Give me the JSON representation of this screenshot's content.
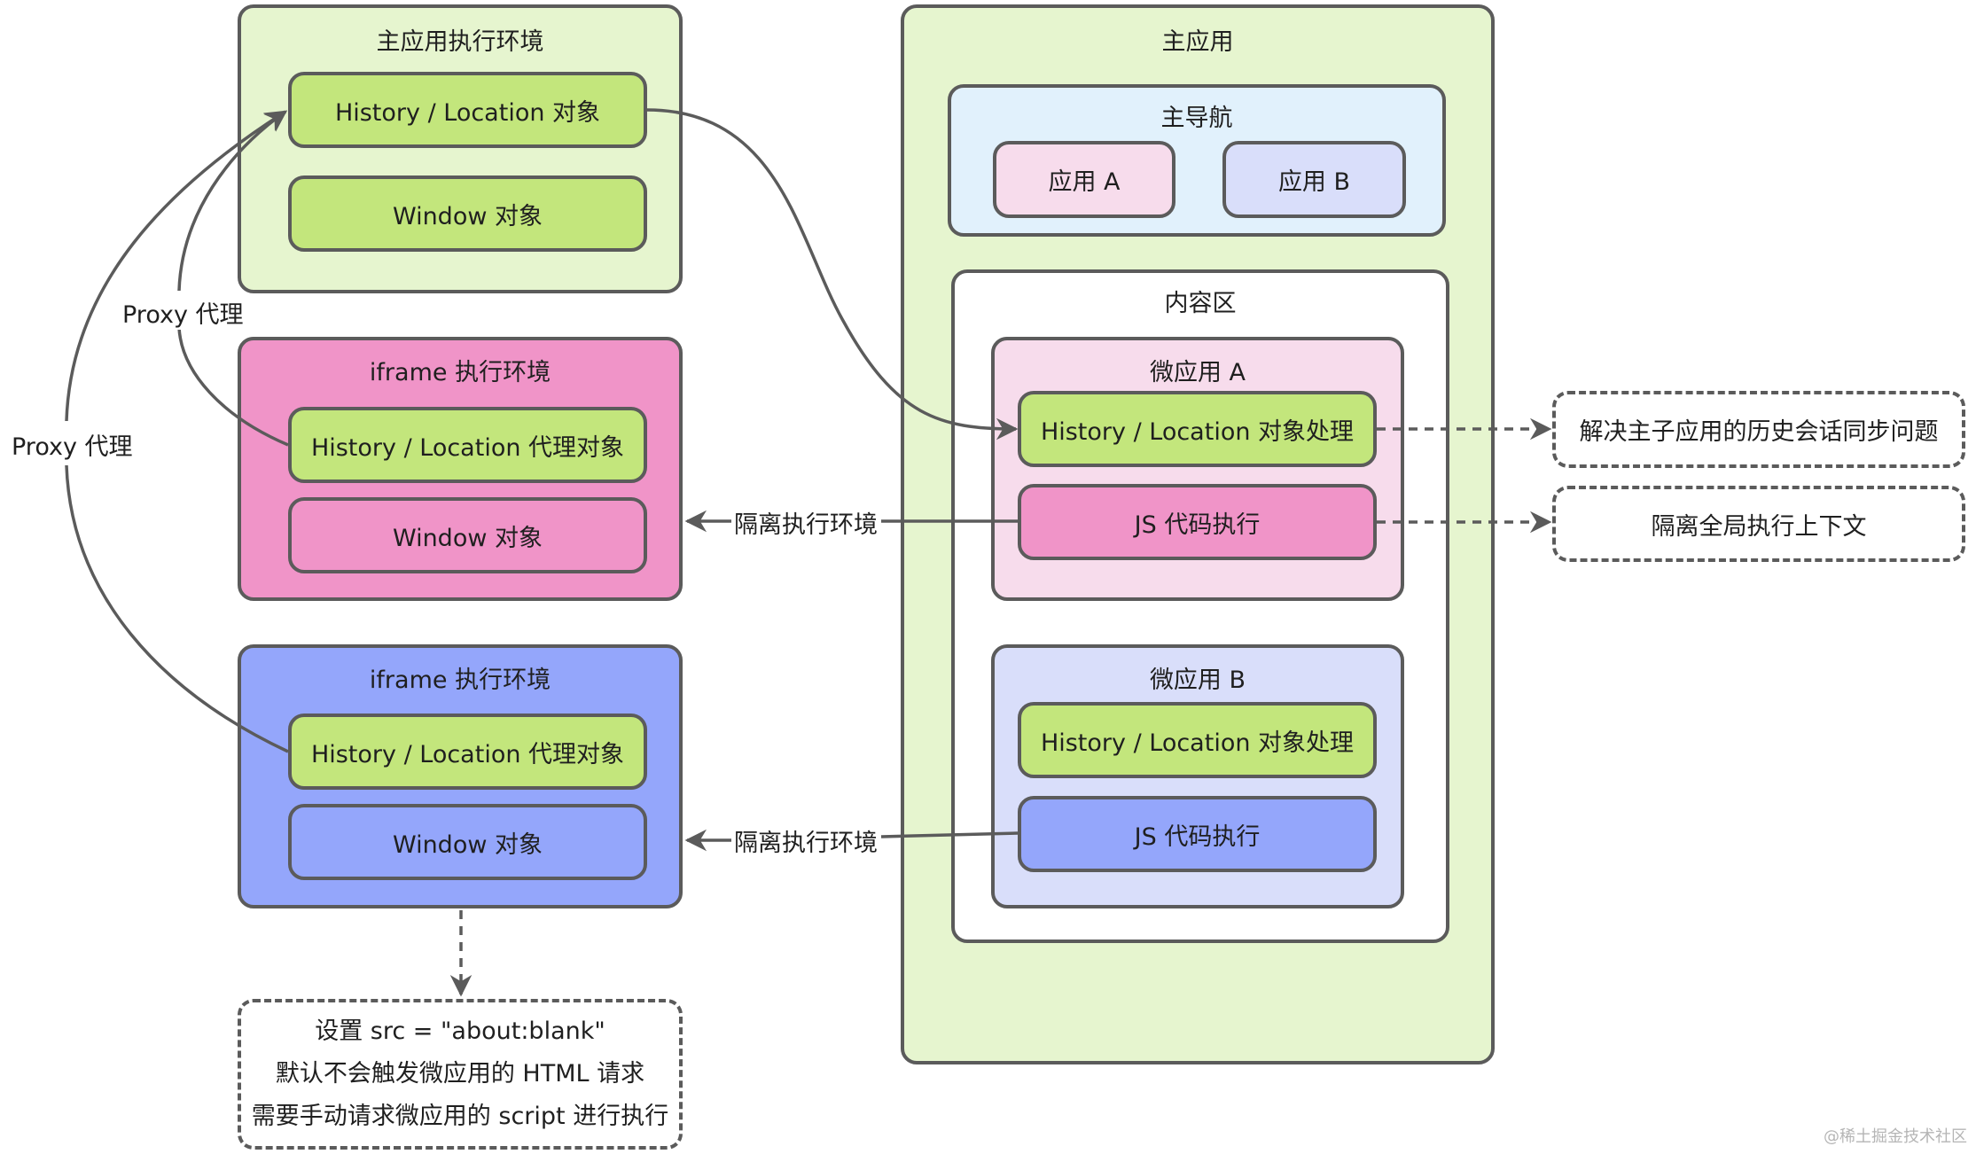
{
  "main_env": {
    "title": "主应用执行环境",
    "history": "History / Location 对象",
    "window": "Window 对象"
  },
  "iframe_a": {
    "title": "iframe 执行环境",
    "history": "History / Location 代理对象",
    "window": "Window 对象"
  },
  "iframe_b": {
    "title": "iframe 执行环境",
    "history": "History / Location 代理对象",
    "window": "Window 对象"
  },
  "proxy_labels": {
    "inner": "Proxy 代理",
    "outer": "Proxy 代理"
  },
  "isolation_labels": {
    "a": "隔离执行环境",
    "b": "隔离执行环境"
  },
  "iframe_note": {
    "lines": [
      "设置 src = \"about:blank\"",
      "默认不会触发微应用的 HTML 请求",
      "需要手动请求微应用的 script 进行执行"
    ]
  },
  "main_app": {
    "title": "主应用",
    "nav": {
      "title": "主导航",
      "app_a": "应用 A",
      "app_b": "应用 B"
    },
    "content": {
      "title": "内容区",
      "micro_a": {
        "title": "微应用 A",
        "history": "History / Location 对象处理",
        "js": "JS 代码执行"
      },
      "micro_b": {
        "title": "微应用 B",
        "history": "History / Location 对象处理",
        "js": "JS 代码执行"
      }
    }
  },
  "notes": {
    "history_sync": "解决主子应用的历史会话同步问题",
    "isolate_global": "隔离全局执行上下文"
  },
  "watermark": "@稀土掘金技术社区",
  "colors": {
    "stroke": "#5b5b5b",
    "green": "#c3e67c",
    "green_light": "#e6f5cf",
    "pink": "#f094c8",
    "pink_light": "#f7dcec",
    "blue": "#94a6fb",
    "blue_light": "#d9defa",
    "sky": "#e1f1fc"
  }
}
